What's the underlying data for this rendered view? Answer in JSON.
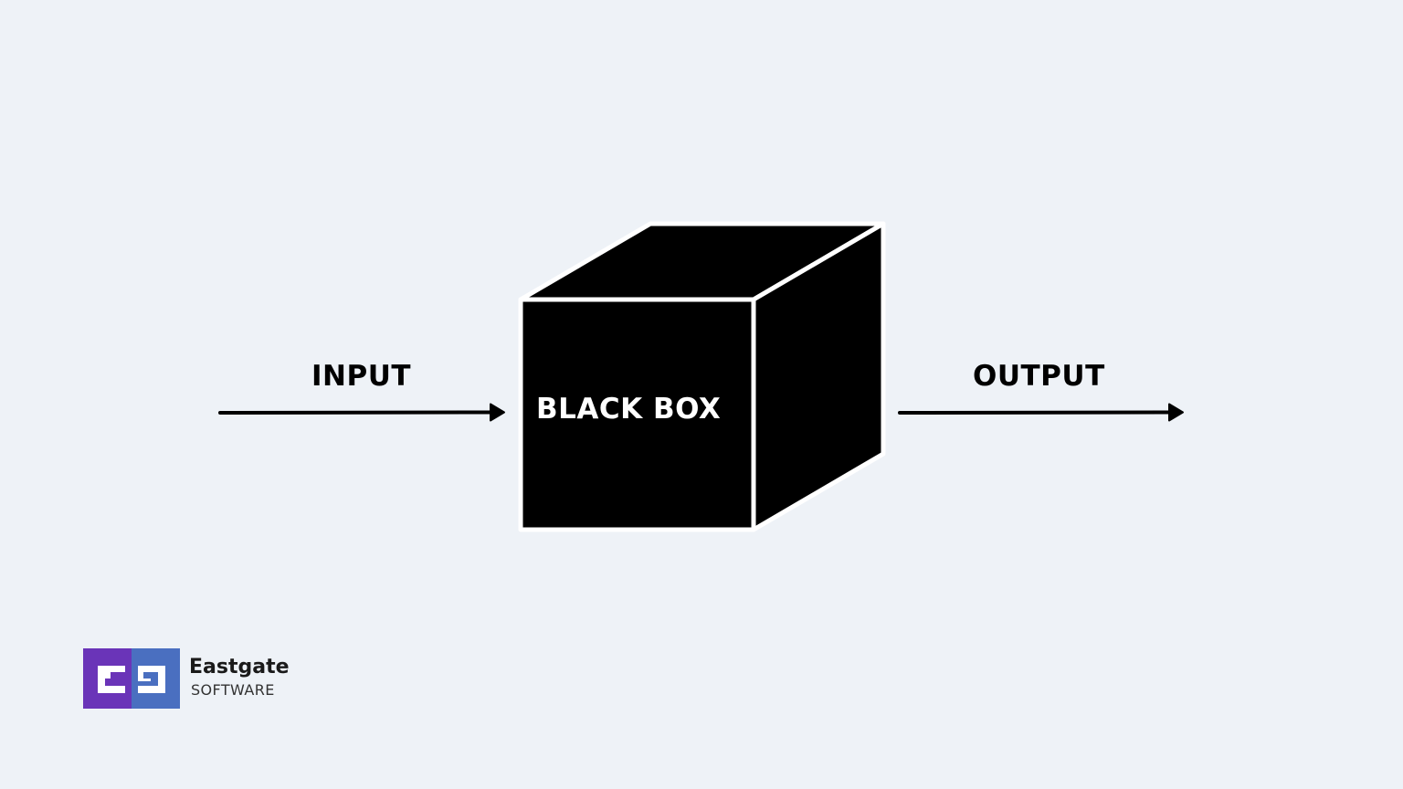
{
  "diagram": {
    "input_label": "INPUT",
    "output_label": "OUTPUT",
    "box_label": "BLACK BOX"
  },
  "brand": {
    "name": "Eastgate",
    "subtitle": "SOFTWARE",
    "logo_colors": [
      "#6a34b8",
      "#4a6fc0"
    ]
  },
  "colors": {
    "background": "#eef2f7",
    "box": "#000000",
    "box_outline": "#ffffff",
    "arrow": "#000000"
  }
}
